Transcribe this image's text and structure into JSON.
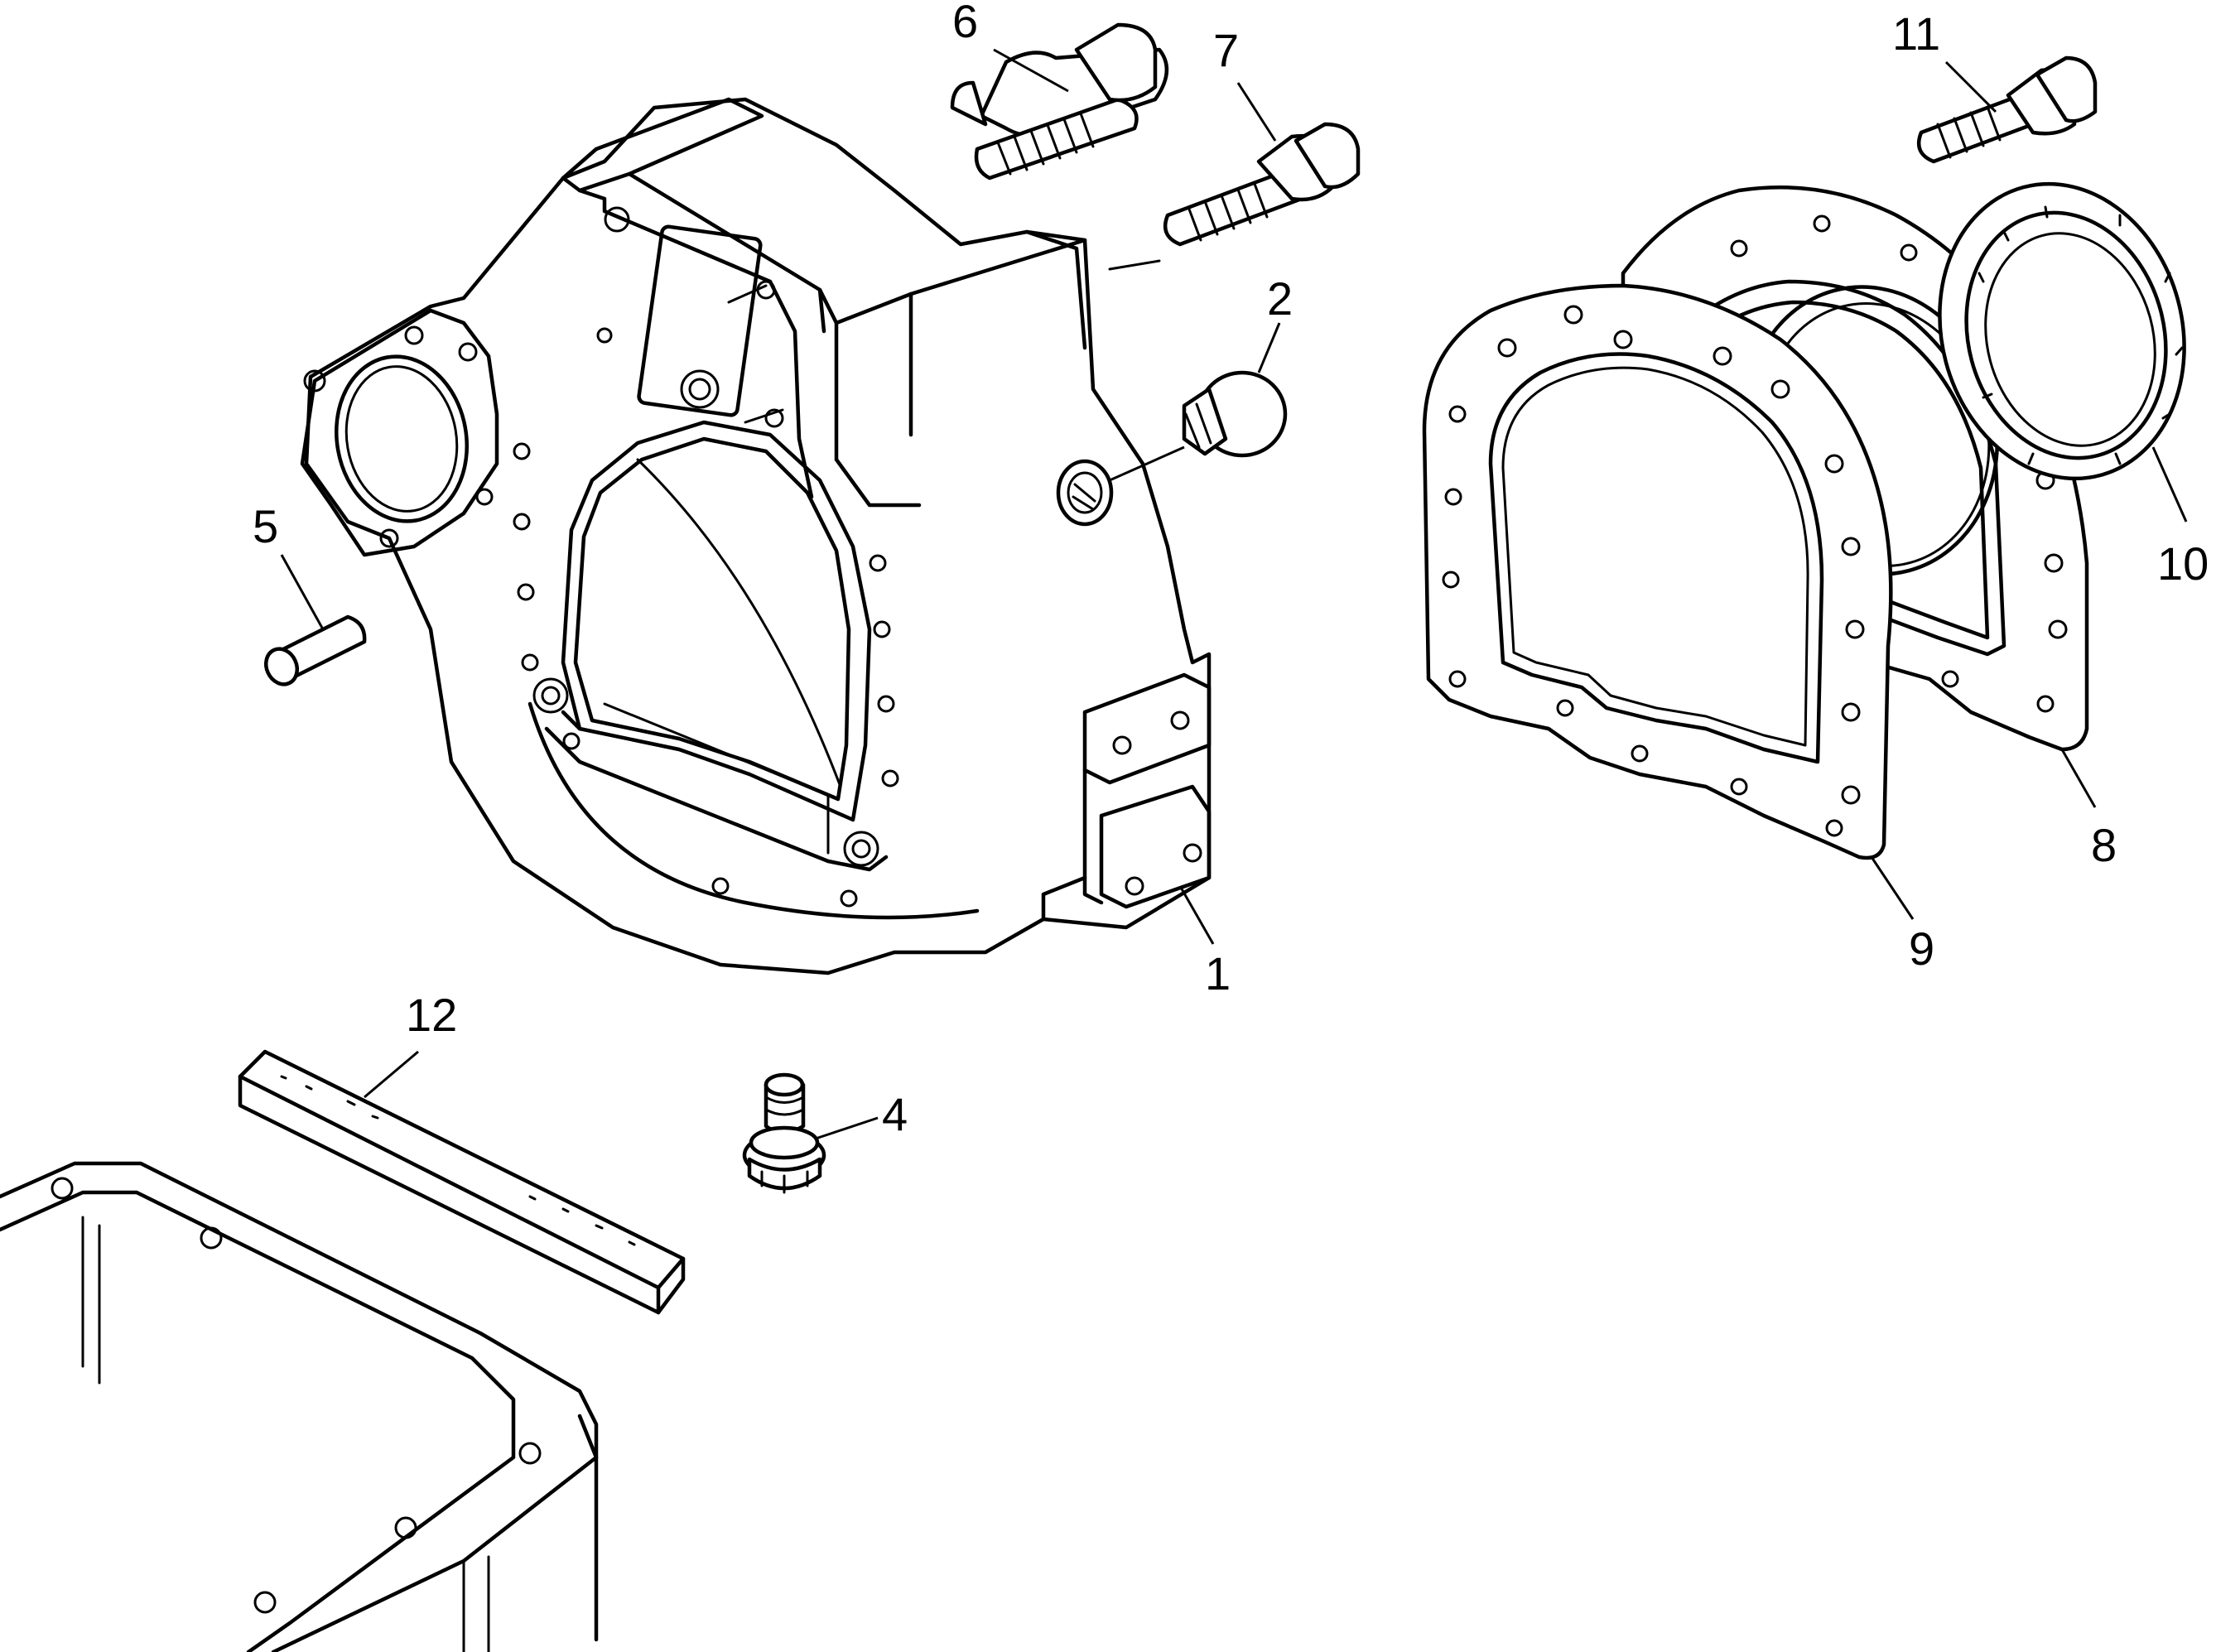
{
  "callouts": [
    {
      "id": "1",
      "text": "1"
    },
    {
      "id": "2",
      "text": "2"
    },
    {
      "id": "4",
      "text": "4"
    },
    {
      "id": "5",
      "text": "5"
    },
    {
      "id": "6",
      "text": "6"
    },
    {
      "id": "7",
      "text": "7"
    },
    {
      "id": "8",
      "text": "8"
    },
    {
      "id": "9",
      "text": "9"
    },
    {
      "id": "10",
      "text": "10"
    },
    {
      "id": "11",
      "text": "11"
    },
    {
      "id": "12",
      "text": "12"
    }
  ]
}
